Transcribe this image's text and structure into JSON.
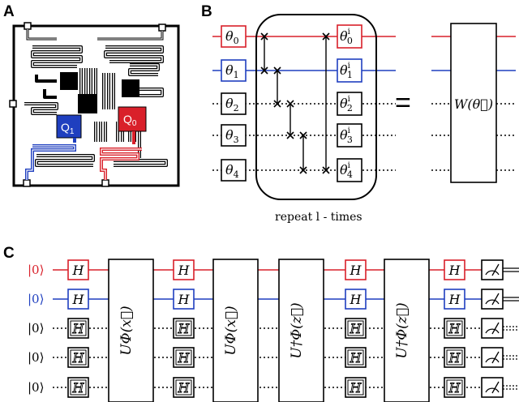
{
  "panels": {
    "a": "A",
    "b": "B",
    "c": "C"
  },
  "colors": {
    "red": "#d9202a",
    "blue": "#1f3fbf",
    "black": "#000000"
  },
  "chip": {
    "q0_label": "Q",
    "q0_sub": "0",
    "q1_label": "Q",
    "q1_sub": "1"
  },
  "circuit_b": {
    "thetas": [
      {
        "sym": "θ",
        "sub": "0",
        "color": "red"
      },
      {
        "sym": "θ",
        "sub": "1",
        "color": "blue"
      },
      {
        "sym": "θ",
        "sub": "2",
        "color": "black"
      },
      {
        "sym": "θ",
        "sub": "3",
        "color": "black"
      },
      {
        "sym": "θ",
        "sub": "4",
        "color": "black"
      }
    ],
    "theta_primes": [
      {
        "sym": "θ",
        "sup": "i",
        "sub": "0",
        "color": "red"
      },
      {
        "sym": "θ",
        "sup": "i",
        "sub": "1",
        "color": "blue"
      },
      {
        "sym": "θ",
        "sup": "i",
        "sub": "2",
        "color": "black"
      },
      {
        "sym": "θ",
        "sup": "i",
        "sub": "3",
        "color": "black"
      },
      {
        "sym": "θ",
        "sup": "i",
        "sub": "4",
        "color": "black"
      }
    ],
    "repeat_label": "repeat l - times",
    "equals": "=",
    "w_label": "W(θ⃗)"
  },
  "circuit_c": {
    "kets": [
      "|0⟩",
      "|0⟩",
      "|0⟩",
      "|0⟩",
      "|0⟩"
    ],
    "ket_colors": [
      "red",
      "blue",
      "black",
      "black",
      "black"
    ],
    "h_label": "H",
    "u1": "UΦ(x⃗)",
    "u2": "UΦ(x⃗)",
    "u3": "U†Φ(z⃗)",
    "u4": "U†Φ(z⃗)"
  }
}
